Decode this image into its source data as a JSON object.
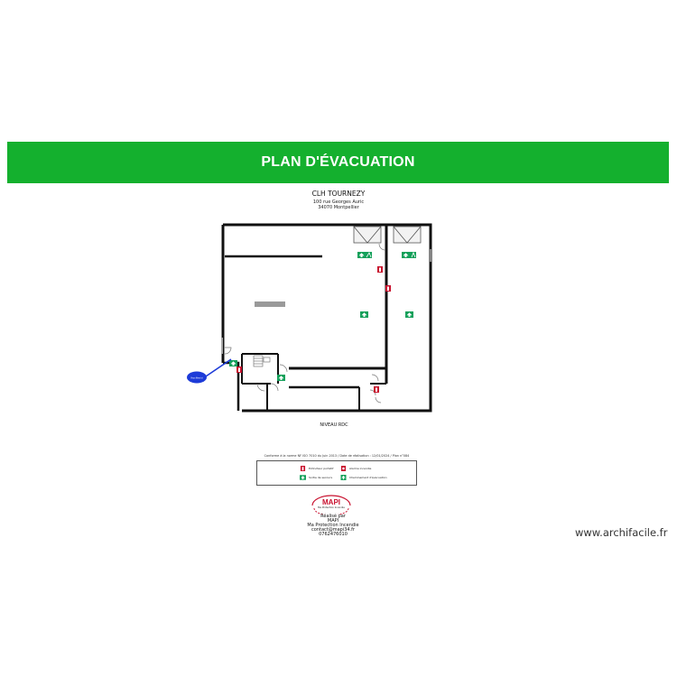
{
  "banner": {
    "title": "PLAN D'ÉVACUATION",
    "color": "#14b02e"
  },
  "site": {
    "name": "CLH TOURNEZY",
    "address_line1": "100 rue Georges Auric",
    "address_line2": "34070 Montpellier"
  },
  "plan": {
    "level_label": "NIVEAU RDC",
    "you_are_here_label": "Vous êtes ici",
    "icons": {
      "exit_sign": "emergency-exit-arrow-icon",
      "extinguisher": "fire-extinguisher-icon",
      "alarm": "fire-alarm-call-point-icon",
      "skylight": "smoke-vent-icon"
    },
    "colors": {
      "wall": "#111111",
      "exit": "#14a05a",
      "fire": "#c8102e",
      "marker": "#1d3bd8"
    }
  },
  "footer": {
    "norm_text": "Conforme à la norme NF ISO 7010 du Juin 2013 / Date de réalisation : 12/01/2024 / Plan n°084",
    "legend": [
      {
        "label": "Extincteur portatif",
        "icon": "fire-extinguisher-icon"
      },
      {
        "label": "Alarme incendie",
        "icon": "fire-alarm-call-point-icon"
      },
      {
        "label": "Sortie de secours",
        "icon": "emergency-exit-arrow-icon"
      },
      {
        "label": "Cheminement d'évacuation",
        "icon": "evacuation-route-icon"
      }
    ],
    "logo_text": "MAPI",
    "logo_tagline": "Ma Protection Incendie",
    "credit": [
      "Réalisé par",
      "MAPI",
      "Ma Protection Incendie",
      "contact@mapi34.fr",
      "0762476010"
    ]
  },
  "watermark": "www.archifacile.fr"
}
